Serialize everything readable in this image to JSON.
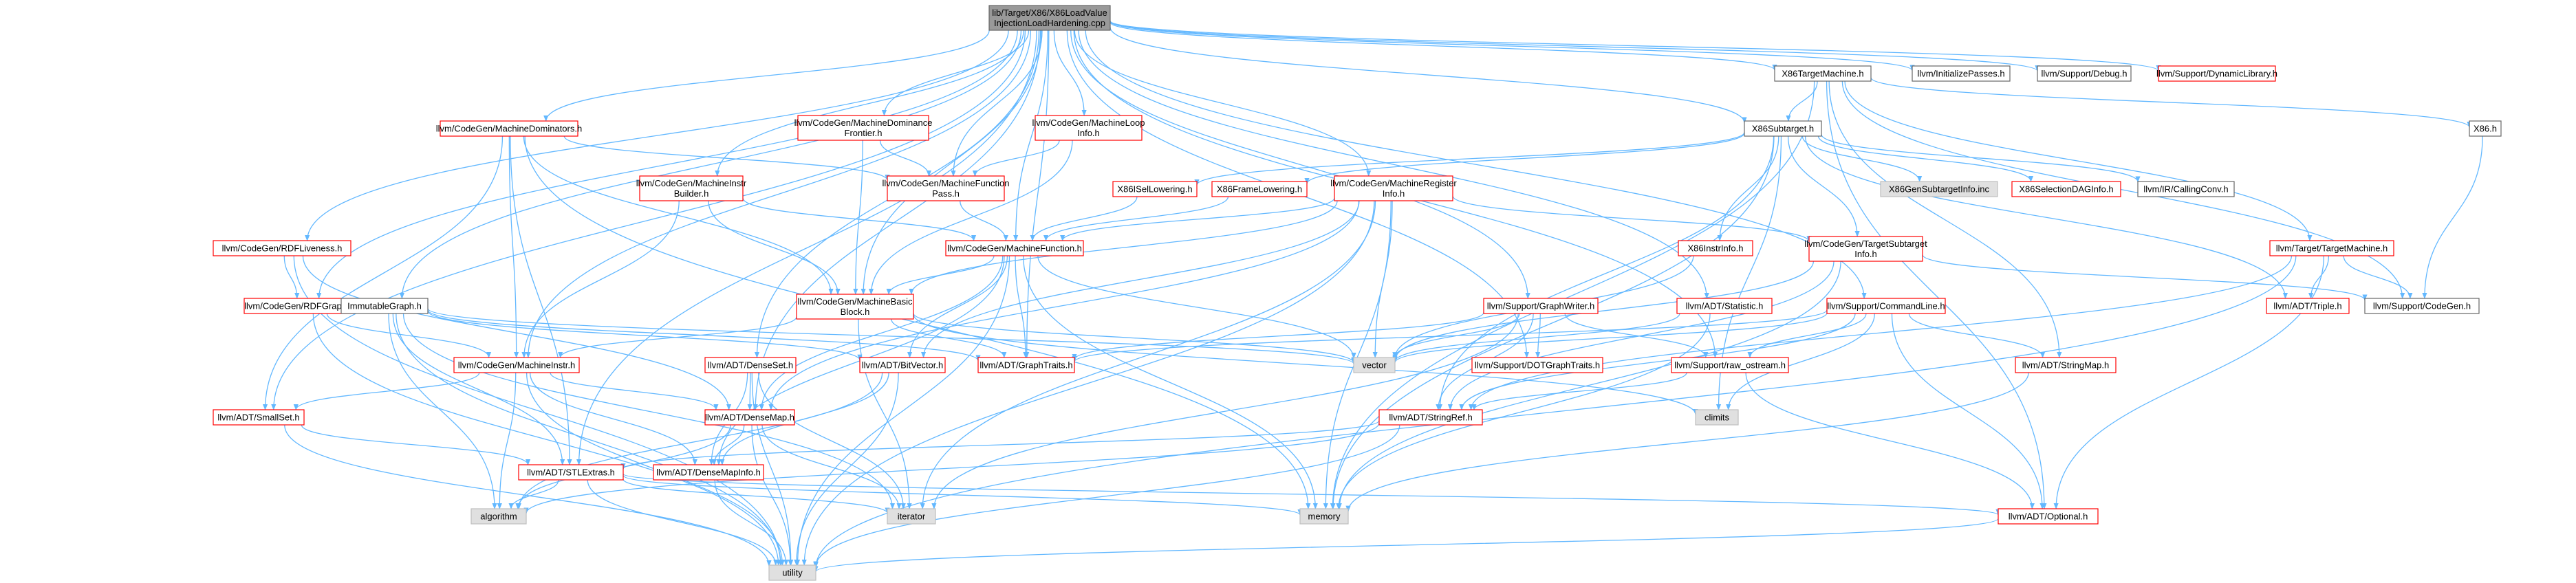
{
  "colors": {
    "edge": "#63b8ff",
    "root_fill": "#999999",
    "red_border": "#ff0000",
    "gray_border": "#bfbfbf",
    "gray_fill": "#e0e0e0",
    "black_border": "#666666"
  },
  "nodes": [
    {
      "id": "root",
      "lines": [
        "lib/Target/X86/X86LoadValue",
        "InjectionLoadHardening.cpp"
      ],
      "style": "root"
    },
    {
      "id": "x86tm",
      "lines": [
        "X86TargetMachine.h"
      ],
      "style": "black"
    },
    {
      "id": "initpasses",
      "lines": [
        "llvm/InitializePasses.h"
      ],
      "style": "black"
    },
    {
      "id": "debug",
      "lines": [
        "llvm/Support/Debug.h"
      ],
      "style": "black"
    },
    {
      "id": "dynlib",
      "lines": [
        "llvm/Support/DynamicLibrary.h"
      ],
      "style": "red"
    },
    {
      "id": "x86h",
      "lines": [
        "X86.h"
      ],
      "style": "black"
    },
    {
      "id": "x86sub",
      "lines": [
        "X86Subtarget.h"
      ],
      "style": "black"
    },
    {
      "id": "cgdom",
      "lines": [
        "llvm/CodeGen/MachineDominators.h"
      ],
      "style": "red"
    },
    {
      "id": "cgdomfront",
      "lines": [
        "llvm/CodeGen/MachineDominance",
        "Frontier.h"
      ],
      "style": "red"
    },
    {
      "id": "cgloop",
      "lines": [
        "llvm/CodeGen/MachineLoop",
        "Info.h"
      ],
      "style": "red"
    },
    {
      "id": "cgmfpass",
      "lines": [
        "llvm/CodeGen/MachineFunction",
        "Pass.h"
      ],
      "style": "red"
    },
    {
      "id": "cgminstrb",
      "lines": [
        "llvm/CodeGen/MachineInstr",
        "Builder.h"
      ],
      "style": "red"
    },
    {
      "id": "x86isel",
      "lines": [
        "X86ISelLowering.h"
      ],
      "style": "red"
    },
    {
      "id": "x86frame",
      "lines": [
        "X86FrameLowering.h"
      ],
      "style": "red"
    },
    {
      "id": "cgmreg",
      "lines": [
        "llvm/CodeGen/MachineRegister",
        "Info.h"
      ],
      "style": "red"
    },
    {
      "id": "x86subinc",
      "lines": [
        "X86GenSubtargetInfo.inc"
      ],
      "style": "gray"
    },
    {
      "id": "x86seldag",
      "lines": [
        "X86SelectionDAGInfo.h"
      ],
      "style": "red"
    },
    {
      "id": "callconv",
      "lines": [
        "llvm/IR/CallingConv.h"
      ],
      "style": "black"
    },
    {
      "id": "targetmachine",
      "lines": [
        "llvm/Target/TargetMachine.h"
      ],
      "style": "red"
    },
    {
      "id": "cgrdfl",
      "lines": [
        "llvm/CodeGen/RDFLiveness.h"
      ],
      "style": "red"
    },
    {
      "id": "cgmf",
      "lines": [
        "llvm/CodeGen/MachineFunction.h"
      ],
      "style": "red"
    },
    {
      "id": "x86instr",
      "lines": [
        "X86InstrInfo.h"
      ],
      "style": "red"
    },
    {
      "id": "cgtsi",
      "lines": [
        "llvm/CodeGen/TargetSubtarget",
        "Info.h"
      ],
      "style": "red"
    },
    {
      "id": "cgrdfg",
      "lines": [
        "llvm/CodeGen/RDFGraph.h"
      ],
      "style": "red"
    },
    {
      "id": "immgraph",
      "lines": [
        "ImmutableGraph.h"
      ],
      "style": "black"
    },
    {
      "id": "cgmbb",
      "lines": [
        "llvm/CodeGen/MachineBasic",
        "Block.h"
      ],
      "style": "red"
    },
    {
      "id": "graphwriter",
      "lines": [
        "llvm/Support/GraphWriter.h"
      ],
      "style": "red"
    },
    {
      "id": "adtstat",
      "lines": [
        "llvm/ADT/Statistic.h"
      ],
      "style": "red"
    },
    {
      "id": "cmdline",
      "lines": [
        "llvm/Support/CommandLine.h"
      ],
      "style": "red"
    },
    {
      "id": "adttriple",
      "lines": [
        "llvm/ADT/Triple.h"
      ],
      "style": "red"
    },
    {
      "id": "supcodegen",
      "lines": [
        "llvm/Support/CodeGen.h"
      ],
      "style": "black"
    },
    {
      "id": "cgminstr",
      "lines": [
        "llvm/CodeGen/MachineInstr.h"
      ],
      "style": "red"
    },
    {
      "id": "adtdenseset",
      "lines": [
        "llvm/ADT/DenseSet.h"
      ],
      "style": "red"
    },
    {
      "id": "adtbitvec",
      "lines": [
        "llvm/ADT/BitVector.h"
      ],
      "style": "red"
    },
    {
      "id": "adtgraphtraits",
      "lines": [
        "llvm/ADT/GraphTraits.h"
      ],
      "style": "red"
    },
    {
      "id": "vector",
      "lines": [
        "vector"
      ],
      "style": "gray"
    },
    {
      "id": "dotgraph",
      "lines": [
        "llvm/Support/DOTGraphTraits.h"
      ],
      "style": "red"
    },
    {
      "id": "rawostream",
      "lines": [
        "llvm/Support/raw_ostream.h"
      ],
      "style": "red"
    },
    {
      "id": "adtstrmap",
      "lines": [
        "llvm/ADT/StringMap.h"
      ],
      "style": "red"
    },
    {
      "id": "climits",
      "lines": [
        "climits"
      ],
      "style": "gray"
    },
    {
      "id": "adtsmallset",
      "lines": [
        "llvm/ADT/SmallSet.h"
      ],
      "style": "red"
    },
    {
      "id": "adtdensemap",
      "lines": [
        "llvm/ADT/DenseMap.h"
      ],
      "style": "red"
    },
    {
      "id": "adtstrref",
      "lines": [
        "llvm/ADT/StringRef.h"
      ],
      "style": "red"
    },
    {
      "id": "adtstlextras",
      "lines": [
        "llvm/ADT/STLExtras.h"
      ],
      "style": "red"
    },
    {
      "id": "adtdmi",
      "lines": [
        "llvm/ADT/DenseMapInfo.h"
      ],
      "style": "red"
    },
    {
      "id": "algorithm",
      "lines": [
        "algorithm"
      ],
      "style": "gray"
    },
    {
      "id": "iterator",
      "lines": [
        "iterator"
      ],
      "style": "gray"
    },
    {
      "id": "memory",
      "lines": [
        "memory"
      ],
      "style": "gray"
    },
    {
      "id": "adtoptional",
      "lines": [
        "llvm/ADT/Optional.h"
      ],
      "style": "red"
    },
    {
      "id": "utility",
      "lines": [
        "utility"
      ],
      "style": "gray"
    }
  ],
  "edges": [
    [
      "root",
      "x86tm"
    ],
    [
      "root",
      "initpasses"
    ],
    [
      "root",
      "debug"
    ],
    [
      "root",
      "dynlib"
    ],
    [
      "root",
      "x86sub"
    ],
    [
      "root",
      "cgdom"
    ],
    [
      "root",
      "cgdomfront"
    ],
    [
      "root",
      "cgloop"
    ],
    [
      "root",
      "cgmfpass"
    ],
    [
      "root",
      "cgminstrb"
    ],
    [
      "root",
      "cgmreg"
    ],
    [
      "root",
      "cgrdfl"
    ],
    [
      "root",
      "cgrdfg"
    ],
    [
      "root",
      "immgraph"
    ],
    [
      "root",
      "cgmf"
    ],
    [
      "root",
      "cgmbb"
    ],
    [
      "root",
      "graphwriter"
    ],
    [
      "root",
      "adtstat"
    ],
    [
      "root",
      "cmdline"
    ],
    [
      "root",
      "cgminstr"
    ],
    [
      "root",
      "adtdenseset"
    ],
    [
      "root",
      "adtsmallset"
    ],
    [
      "root",
      "adtstlextras"
    ],
    [
      "root",
      "adtdensemap"
    ],
    [
      "root",
      "rawostream"
    ],
    [
      "root",
      "dotgraph"
    ],
    [
      "root",
      "adtgraphtraits"
    ],
    [
      "x86tm",
      "x86sub"
    ],
    [
      "x86tm",
      "x86h"
    ],
    [
      "x86tm",
      "targetmachine"
    ],
    [
      "x86tm",
      "supcodegen"
    ],
    [
      "x86tm",
      "memory"
    ],
    [
      "x86tm",
      "adtoptional"
    ],
    [
      "x86tm",
      "adtstrmap"
    ],
    [
      "x86h",
      "supcodegen"
    ],
    [
      "x86sub",
      "x86isel"
    ],
    [
      "x86sub",
      "x86frame"
    ],
    [
      "x86sub",
      "x86instr"
    ],
    [
      "x86sub",
      "x86subinc"
    ],
    [
      "x86sub",
      "x86seldag"
    ],
    [
      "x86sub",
      "callconv"
    ],
    [
      "x86sub",
      "cgtsi"
    ],
    [
      "x86sub",
      "adttriple"
    ],
    [
      "x86sub",
      "climits"
    ],
    [
      "x86sub",
      "memory"
    ],
    [
      "x86sub",
      "adtstrref"
    ],
    [
      "targetmachine",
      "adttriple"
    ],
    [
      "targetmachine",
      "supcodegen"
    ],
    [
      "targetmachine",
      "adtoptional"
    ],
    [
      "targetmachine",
      "adtstrref"
    ],
    [
      "targetmachine",
      "utility"
    ],
    [
      "cgdom",
      "cgmbb"
    ],
    [
      "cgdom",
      "cgmfpass"
    ],
    [
      "cgdom",
      "cgminstr"
    ],
    [
      "cgdom",
      "adtsmallset"
    ],
    [
      "cgdom",
      "memory"
    ],
    [
      "cgdom",
      "adtstlextras"
    ],
    [
      "cgdomfront",
      "cgmfpass"
    ],
    [
      "cgdomfront",
      "cgmbb"
    ],
    [
      "cgloop",
      "cgmfpass"
    ],
    [
      "cgloop",
      "cgmbb"
    ],
    [
      "cgmfpass",
      "cgmf"
    ],
    [
      "cgminstrb",
      "cgmf"
    ],
    [
      "cgminstrb",
      "cgmbb"
    ],
    [
      "cgminstrb",
      "cgminstr"
    ],
    [
      "x86isel",
      "cgmf"
    ],
    [
      "x86frame",
      "cgmf"
    ],
    [
      "cgmreg",
      "cgmf"
    ],
    [
      "cgmreg",
      "cgmbb"
    ],
    [
      "cgmreg",
      "cgtsi"
    ],
    [
      "cgmreg",
      "adtbitvec"
    ],
    [
      "cgmreg",
      "vector"
    ],
    [
      "cgmreg",
      "memory"
    ],
    [
      "cgmreg",
      "iterator"
    ],
    [
      "cgmreg",
      "utility"
    ],
    [
      "cgmreg",
      "adtdensemap"
    ],
    [
      "cgrdfl",
      "cgrdfg"
    ],
    [
      "cgrdfl",
      "adtdensemap"
    ],
    [
      "cgrdfl",
      "utility"
    ],
    [
      "cgrdfg",
      "cgminstr"
    ],
    [
      "cgrdfg",
      "utility"
    ],
    [
      "immgraph",
      "adtbitvec"
    ],
    [
      "immgraph",
      "adtgraphtraits"
    ],
    [
      "immgraph",
      "adtstlextras"
    ],
    [
      "immgraph",
      "algorithm"
    ],
    [
      "immgraph",
      "iterator"
    ],
    [
      "immgraph",
      "utility"
    ],
    [
      "immgraph",
      "vector"
    ],
    [
      "cgmf",
      "cgmbb"
    ],
    [
      "cgmf",
      "adtbitvec"
    ],
    [
      "cgmf",
      "adtgraphtraits"
    ],
    [
      "cgmf",
      "vector"
    ],
    [
      "cgmf",
      "utility"
    ],
    [
      "cgmf",
      "memory"
    ],
    [
      "cgmf",
      "adtdensemap"
    ],
    [
      "cgmf",
      "adtdmi"
    ],
    [
      "x86instr",
      "vector"
    ],
    [
      "cgtsi",
      "supcodegen"
    ],
    [
      "cgtsi",
      "vector"
    ],
    [
      "cgtsi",
      "memory"
    ],
    [
      "cgtsi",
      "adtstrref"
    ],
    [
      "cgmbb",
      "cgminstr"
    ],
    [
      "cgmbb",
      "adtgraphtraits"
    ],
    [
      "cgmbb",
      "vector"
    ],
    [
      "cgmbb",
      "iterator"
    ],
    [
      "cgmbb",
      "climits"
    ],
    [
      "graphwriter",
      "adtgraphtraits"
    ],
    [
      "graphwriter",
      "dotgraph"
    ],
    [
      "graphwriter",
      "rawostream"
    ],
    [
      "graphwriter",
      "vector"
    ],
    [
      "graphwriter",
      "iterator"
    ],
    [
      "graphwriter",
      "adtstrref"
    ],
    [
      "adtstat",
      "memory"
    ],
    [
      "adtstat",
      "vector"
    ],
    [
      "cmdline",
      "adtstrmap"
    ],
    [
      "cmdline",
      "rawostream"
    ],
    [
      "cmdline",
      "adtstrref"
    ],
    [
      "cmdline",
      "vector"
    ],
    [
      "cmdline",
      "climits"
    ],
    [
      "cmdline",
      "adtoptional"
    ],
    [
      "cmdline",
      "adtgraphtraits"
    ],
    [
      "cgminstr",
      "adtdensemap"
    ],
    [
      "cgminstr",
      "adtdmi"
    ],
    [
      "cgminstr",
      "adtsmallset"
    ],
    [
      "cgminstr",
      "algorithm"
    ],
    [
      "cgminstr",
      "utility"
    ],
    [
      "adtdenseset",
      "adtdensemap"
    ],
    [
      "adtdenseset",
      "adtdmi"
    ],
    [
      "adtdenseset",
      "iterator"
    ],
    [
      "adtdenseset",
      "utility"
    ],
    [
      "adtbitvec",
      "algorithm"
    ],
    [
      "adtbitvec",
      "utility"
    ],
    [
      "adtbitvec",
      "adtdmi"
    ],
    [
      "adtsmallset",
      "adtstlextras"
    ],
    [
      "adtsmallset",
      "utility"
    ],
    [
      "adtdensemap",
      "adtdmi"
    ],
    [
      "adtdensemap",
      "iterator"
    ],
    [
      "adtdensemap",
      "utility"
    ],
    [
      "adtdensemap",
      "algorithm"
    ],
    [
      "adtstrref",
      "adtstlextras"
    ],
    [
      "adtstrref",
      "utility"
    ],
    [
      "adtstrref",
      "algorithm"
    ],
    [
      "adtstrmap",
      "memory"
    ],
    [
      "rawostream",
      "adtoptional"
    ],
    [
      "rawostream",
      "adtstrref"
    ],
    [
      "adtstlextras",
      "algorithm"
    ],
    [
      "adtstlextras",
      "iterator"
    ],
    [
      "adtstlextras",
      "memory"
    ],
    [
      "adtstlextras",
      "utility"
    ],
    [
      "adtstlextras",
      "adtoptional"
    ],
    [
      "adtdmi",
      "utility"
    ],
    [
      "adtoptional",
      "utility"
    ]
  ]
}
